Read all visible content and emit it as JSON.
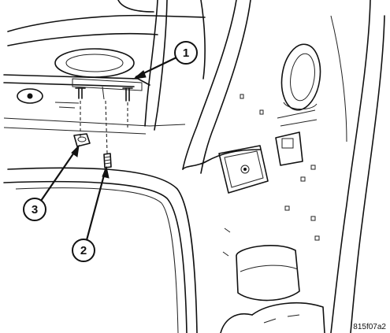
{
  "callouts": [
    {
      "id": "1",
      "label": "1"
    },
    {
      "id": "2",
      "label": "2"
    },
    {
      "id": "3",
      "label": "3"
    }
  ],
  "figure_reference": "815f07a2"
}
